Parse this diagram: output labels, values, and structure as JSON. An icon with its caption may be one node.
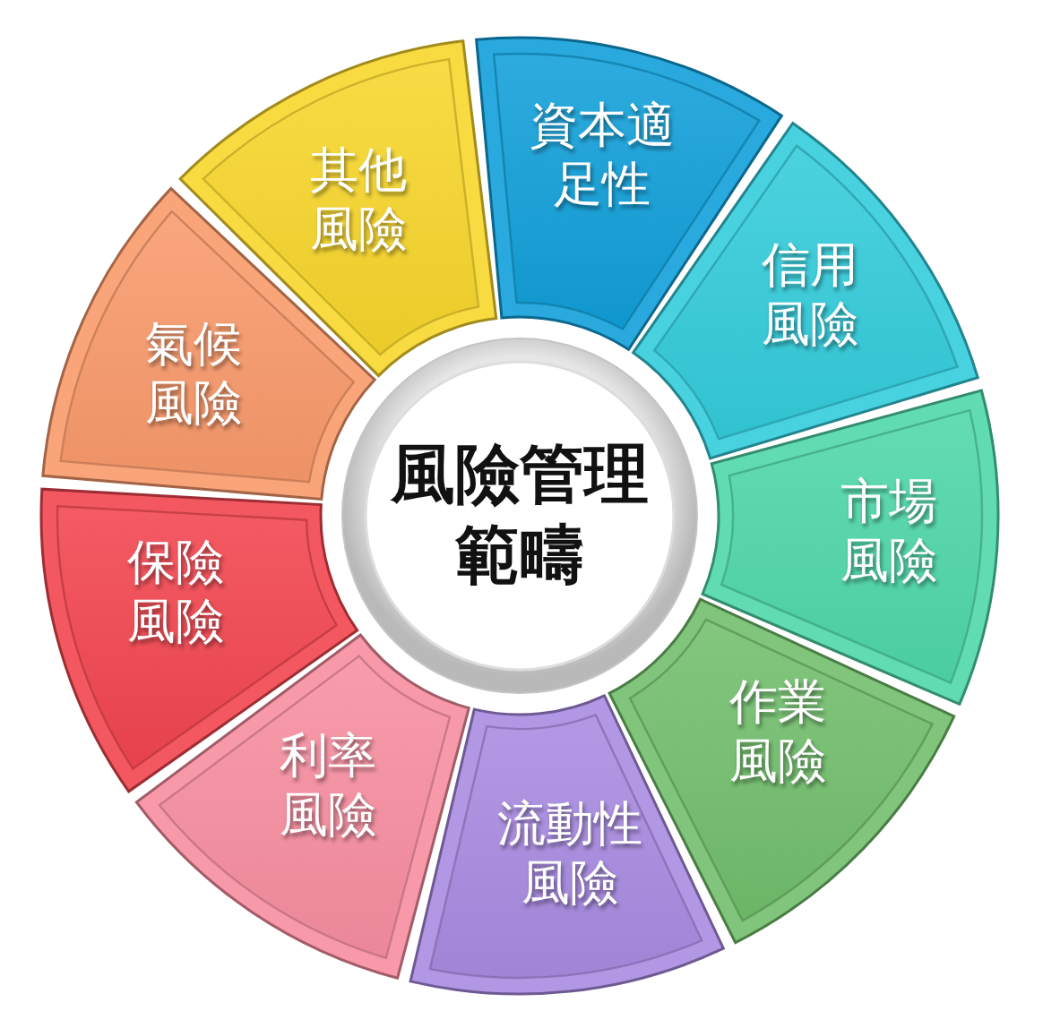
{
  "diagram": {
    "nodes": [
      {
        "text": [
          "風險管理範疇"
        ]
      },
      {
        "text": [
          "資本適足性"
        ]
      },
      {
        "text": [
          "信用風險"
        ]
      },
      {
        "text": [
          "市場風險"
        ]
      },
      {
        "text": [
          "作業風險"
        ]
      },
      {
        "text": [
          "流動性風險"
        ]
      },
      {
        "text": [
          "利率風險"
        ]
      },
      {
        "text": [
          "保險風險"
        ]
      },
      {
        "text": [
          "氣候風險"
        ]
      },
      {
        "text": [
          "其他風險"
        ]
      }
    ]
  }
}
